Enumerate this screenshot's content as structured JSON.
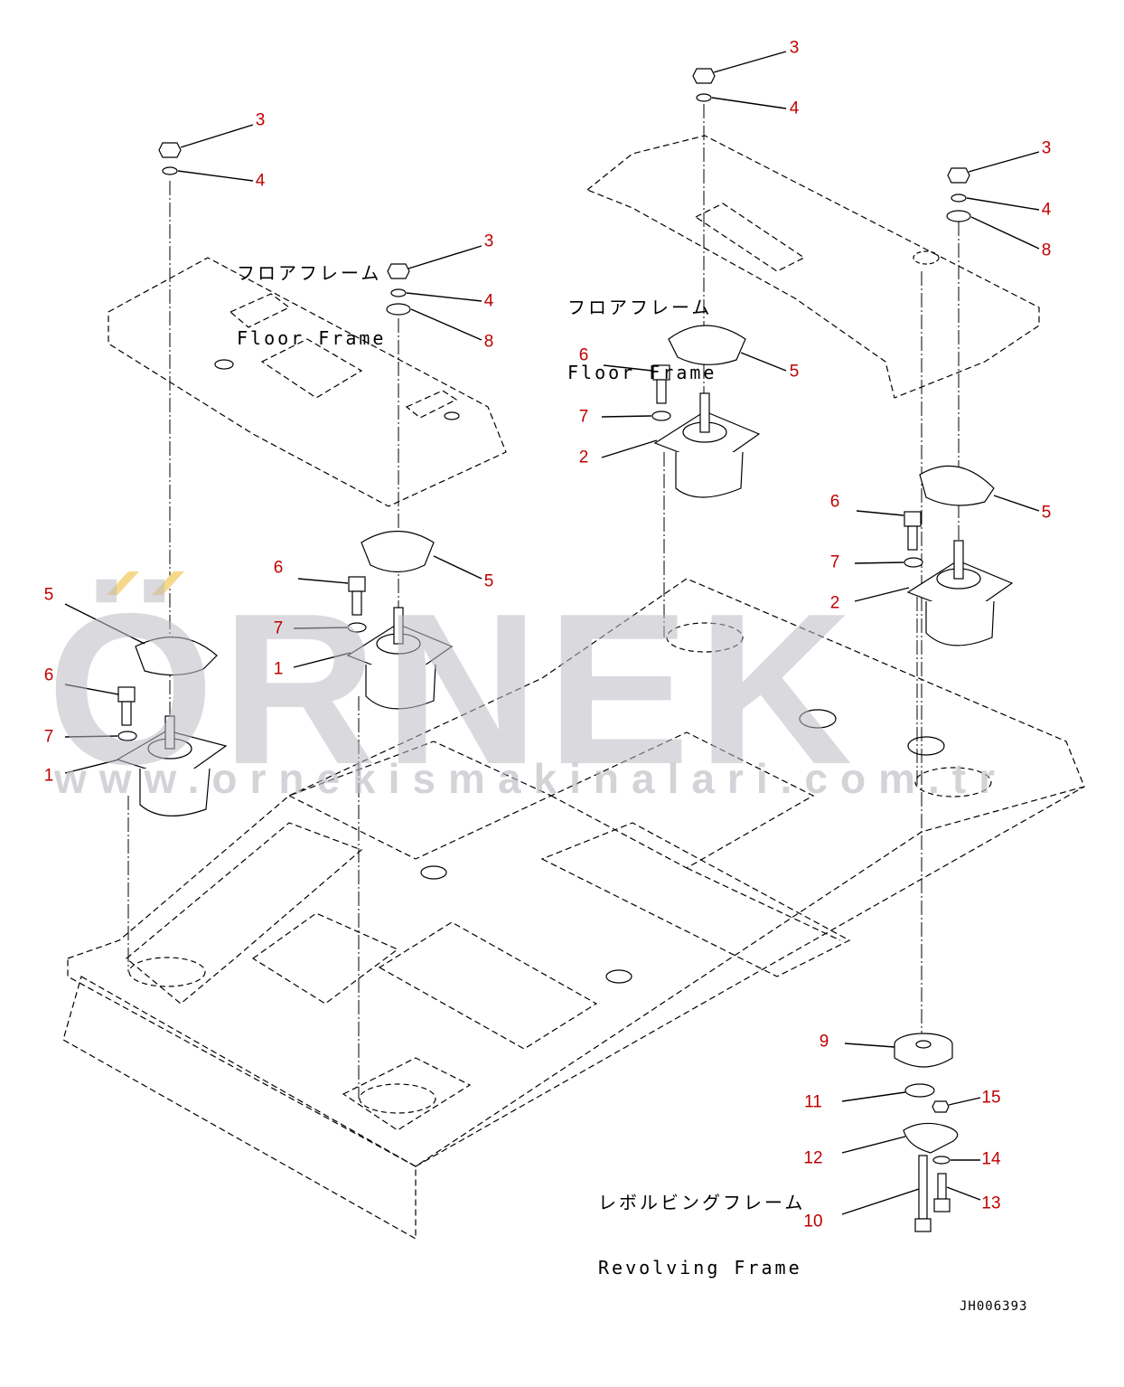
{
  "frames": {
    "floor_left_jp": "フロアフレーム",
    "floor_left_en": "Floor Frame",
    "floor_right_jp": "フロアフレーム",
    "floor_right_en": "Floor Frame",
    "revolving_jp": "レボルビングフレーム",
    "revolving_en": "Revolving Frame"
  },
  "callouts": [
    "3",
    "4",
    "3",
    "4",
    "8",
    "5",
    "6",
    "7",
    "1",
    "6",
    "7",
    "1",
    "5",
    "3",
    "4",
    "6",
    "7",
    "2",
    "5",
    "3",
    "4",
    "8",
    "6",
    "7",
    "2",
    "5",
    "9",
    "11",
    "15",
    "12",
    "14",
    "13",
    "10"
  ],
  "watermark": {
    "word": "ÖRNEK",
    "url": "www.ornekismakinalari.com.tr",
    "color": "#bcbcc4",
    "accent": "#f5d98a"
  },
  "drawing_number": "JH006393",
  "colors": {
    "callout": "#c00000",
    "line": "#000000"
  }
}
